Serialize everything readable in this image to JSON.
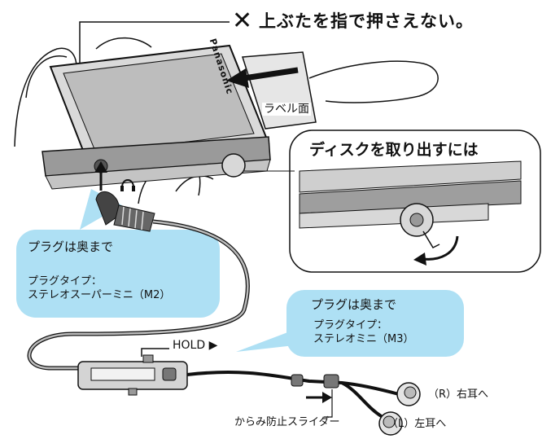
{
  "warning": {
    "mark": "✕",
    "text": "上ぶたを指で押さえない。"
  },
  "device": {
    "brand": "Panasonic",
    "label_face": "ラベル面"
  },
  "disk_removal": {
    "title": "ディスクを取り出すには"
  },
  "headphone_plug_note": {
    "heading": "プラグは奥まで",
    "type_label": "プラグタイプ：",
    "type_value": "ステレオスーパーミニ（M2）"
  },
  "earphone_plug_note": {
    "heading": "プラグは奥まで",
    "type_label": "プラグタイプ：",
    "type_value": "ステレオミニ（M3）"
  },
  "remote": {
    "hold_label": "HOLD ▶"
  },
  "earphones": {
    "right_label": "（R）右耳へ",
    "left_label": "（L）左耳へ",
    "slider_label": "からみ防止スライダー"
  },
  "colors": {
    "bubble_fill": "#aee0f4",
    "line": "#111111",
    "device_fill": "#d8d8d8",
    "device_dark": "#8c8c8c"
  }
}
